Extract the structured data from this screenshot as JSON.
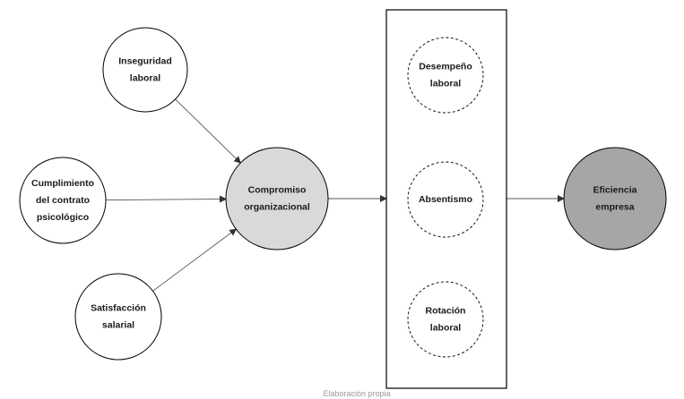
{
  "diagram": {
    "nodes": [
      {
        "id": "inseguridad",
        "lines": [
          "Inseguridad",
          "laboral"
        ],
        "fill": "#ffffff",
        "stroke": "#000000",
        "dashed": false
      },
      {
        "id": "cumplimiento",
        "lines": [
          "Cumplimiento",
          "del contrato",
          "psicológico"
        ],
        "fill": "#ffffff",
        "stroke": "#000000",
        "dashed": false
      },
      {
        "id": "satisfaccion",
        "lines": [
          "Satisfacción",
          "salarial"
        ],
        "fill": "#ffffff",
        "stroke": "#000000",
        "dashed": false
      },
      {
        "id": "compromiso",
        "lines": [
          "Compromiso",
          "organizacional"
        ],
        "fill": "#d9d9d9",
        "stroke": "#000000",
        "dashed": false
      },
      {
        "id": "desempeno",
        "lines": [
          "Desempeño",
          "laboral"
        ],
        "fill": "#ffffff",
        "stroke": "#000000",
        "dashed": true
      },
      {
        "id": "absentismo",
        "lines": [
          "Absentismo"
        ],
        "fill": "#ffffff",
        "stroke": "#000000",
        "dashed": true
      },
      {
        "id": "rotacion",
        "lines": [
          "Rotación",
          "laboral"
        ],
        "fill": "#ffffff",
        "stroke": "#000000",
        "dashed": true
      },
      {
        "id": "eficiencia",
        "lines": [
          "Eficiencia",
          "empresa"
        ],
        "fill": "#a6a6a6",
        "stroke": "#000000",
        "dashed": false
      }
    ],
    "group": {
      "id": "outcomes",
      "members": [
        "desempeno",
        "absentismo",
        "rotacion"
      ]
    },
    "edges": [
      {
        "from": "inseguridad",
        "to": "compromiso"
      },
      {
        "from": "cumplimiento",
        "to": "compromiso"
      },
      {
        "from": "satisfaccion",
        "to": "compromiso"
      },
      {
        "from": "compromiso",
        "to": "outcomes"
      },
      {
        "from": "outcomes",
        "to": "eficiencia"
      }
    ],
    "caption": "Elaboración propia"
  }
}
